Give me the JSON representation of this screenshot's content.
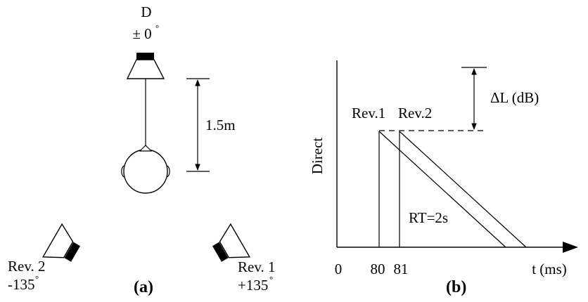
{
  "panel_a": {
    "caption": "(a)",
    "front_speaker": {
      "name": "D",
      "angle": "± 0"
    },
    "distance": "1.5m",
    "rev2_speaker": {
      "name": "Rev. 2",
      "angle": "-135"
    },
    "rev1_speaker": {
      "name": "Rev. 1",
      "angle": "+135"
    },
    "degree_symbol": "°"
  },
  "panel_b": {
    "caption": "(b)",
    "y_axis_label": "Direct",
    "origin_label": "0",
    "x_axis_label": "t (ms)",
    "x_ticks": [
      "80",
      "81"
    ],
    "rev1_label": "Rev.1",
    "rev2_label": "Rev.2",
    "level_diff_label": "ΔL (dB)",
    "rt_label": "RT=2s"
  }
}
